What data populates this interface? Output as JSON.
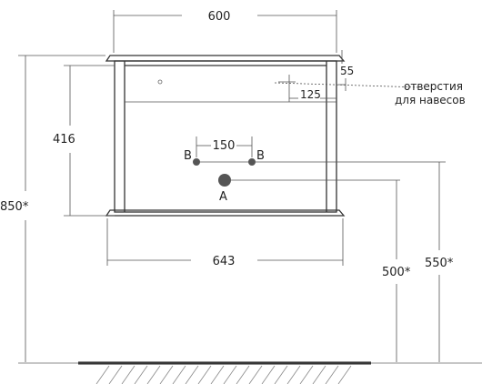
{
  "dimensions": {
    "top_width": "600",
    "bottom_width": "643",
    "total_height": "850*",
    "inner_height": "416",
    "top_offset": "55",
    "hole_offset": "125",
    "b_spacing": "150",
    "height_a": "500*",
    "height_b": "550*"
  },
  "labels": {
    "hole_b_left": "B",
    "hole_b_right": "B",
    "hole_a": "A",
    "hanging_holes_line1": "отверстия",
    "hanging_holes_line2": "для навесов"
  },
  "colors": {
    "line": "#333333",
    "dim_line": "#555555",
    "hole_fill": "#555555",
    "floor": "#1a1a1a"
  }
}
